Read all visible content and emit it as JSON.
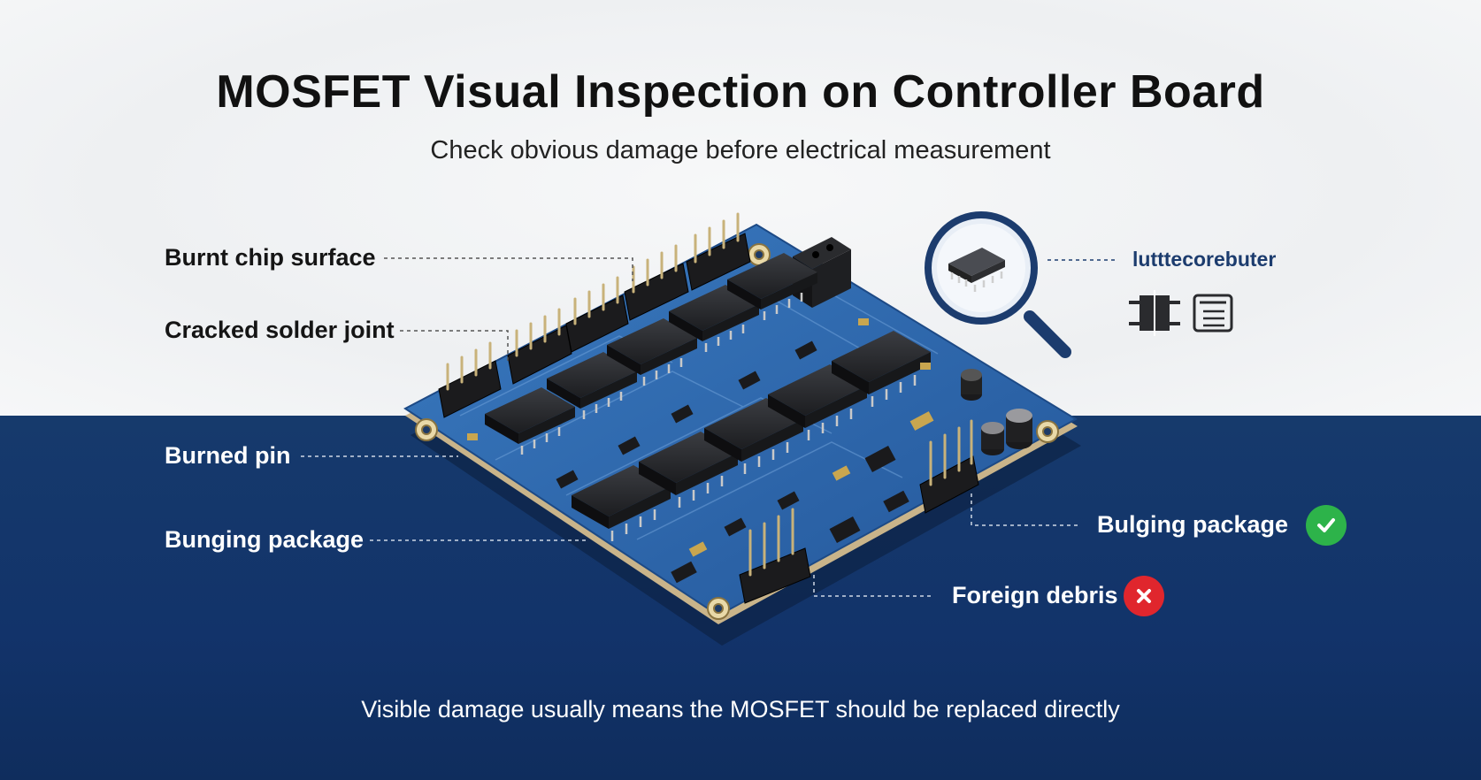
{
  "header": {
    "title": "MOSFET Visual Inspection on Controller Board",
    "subtitle": "Check obvious damage before electrical measurement"
  },
  "callouts": {
    "left": [
      {
        "label": "Burnt chip surface"
      },
      {
        "label": "Cracked solder joint"
      },
      {
        "label": "Burned pin"
      },
      {
        "label": "Bunging package"
      }
    ],
    "right": [
      {
        "label": "Bulging package",
        "status": "check"
      },
      {
        "label": "Foreign debris",
        "status": "cross"
      }
    ]
  },
  "magnifier": {
    "label": "lutttecorebuter",
    "icons": [
      "mosfet-symbol-icon",
      "document-list-icon"
    ]
  },
  "footer": {
    "note": "Visible damage usually means the MOSFET should be replaced directly"
  },
  "colors": {
    "navy_band": "#12336a",
    "board_blue": "#2d6cb0",
    "ok_green": "#2db34a",
    "error_red": "#e0262d"
  }
}
